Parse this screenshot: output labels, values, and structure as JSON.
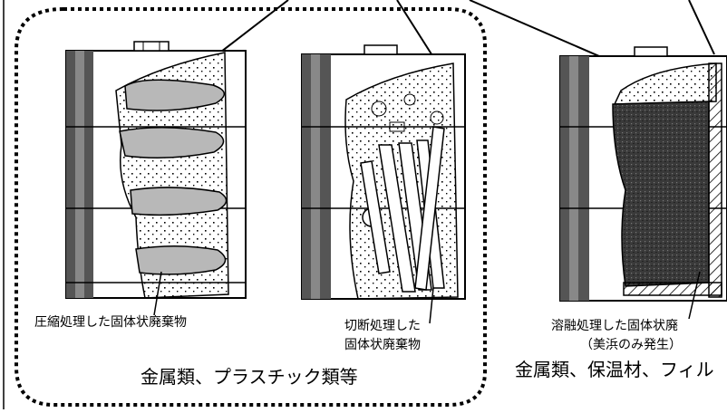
{
  "labels": {
    "compressed": "圧縮処理した固体状廃棄物",
    "cut_line1": "切断処理した",
    "cut_line2": "固体状廃棄物",
    "group1": "金属類、プラスチック類等",
    "melted_line1": "溶融処理した固体状廃",
    "melted_line2": "（美浜のみ発生）",
    "group2": "金属類、保温材、フィル"
  },
  "colors": {
    "outline": "#000000",
    "gray_fill": "#b8b8b8",
    "dark_fill": "#333333"
  }
}
